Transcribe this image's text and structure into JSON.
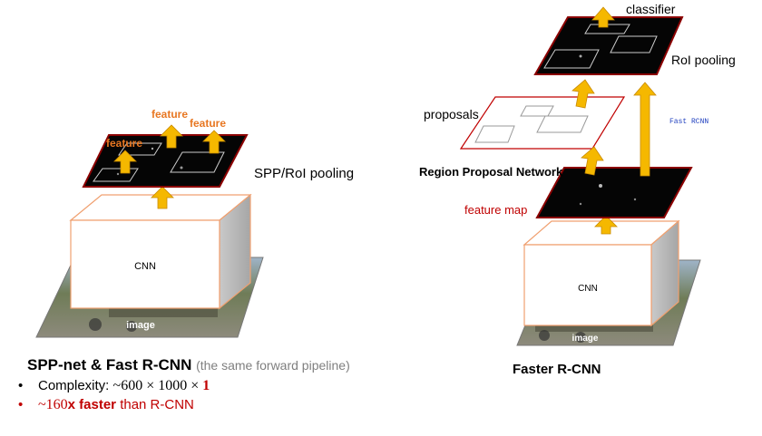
{
  "colors": {
    "orange_label": "#e87722",
    "arrow_yellow": "#f5b800",
    "dark_red": "#c00000",
    "box_orange": "#f0a070",
    "blue_note": "#1f3fbf",
    "gray_note": "#7f7f7f"
  },
  "left": {
    "feature_labels": [
      "feature",
      "feature",
      "feature"
    ],
    "pooling_label": "SPP/RoI pooling",
    "cnn_label": "CNN",
    "image_label": "image",
    "title": "SPP-net & Fast R-CNN",
    "title_note": "(the same forward pipeline)",
    "bullets": [
      {
        "bullet": "•",
        "prefix": "Complexity: ",
        "math_a": "~600 × 1000 × ",
        "math_b": "1",
        "suffix": ""
      },
      {
        "bullet": "•",
        "prefix": "",
        "math_a": "~160",
        "math_b": "x faster",
        "suffix": " than R-CNN"
      }
    ]
  },
  "right": {
    "classifier_label": "classifier",
    "roi_pooling_label": "RoI pooling",
    "proposals_label": "proposals",
    "fast_rcnn_note": "Fast RCNN",
    "rpn_label": "Region Proposal Network",
    "feature_map_label": "feature map",
    "cnn_label": "CNN",
    "image_label": "image",
    "title": "Faster R-CNN"
  }
}
